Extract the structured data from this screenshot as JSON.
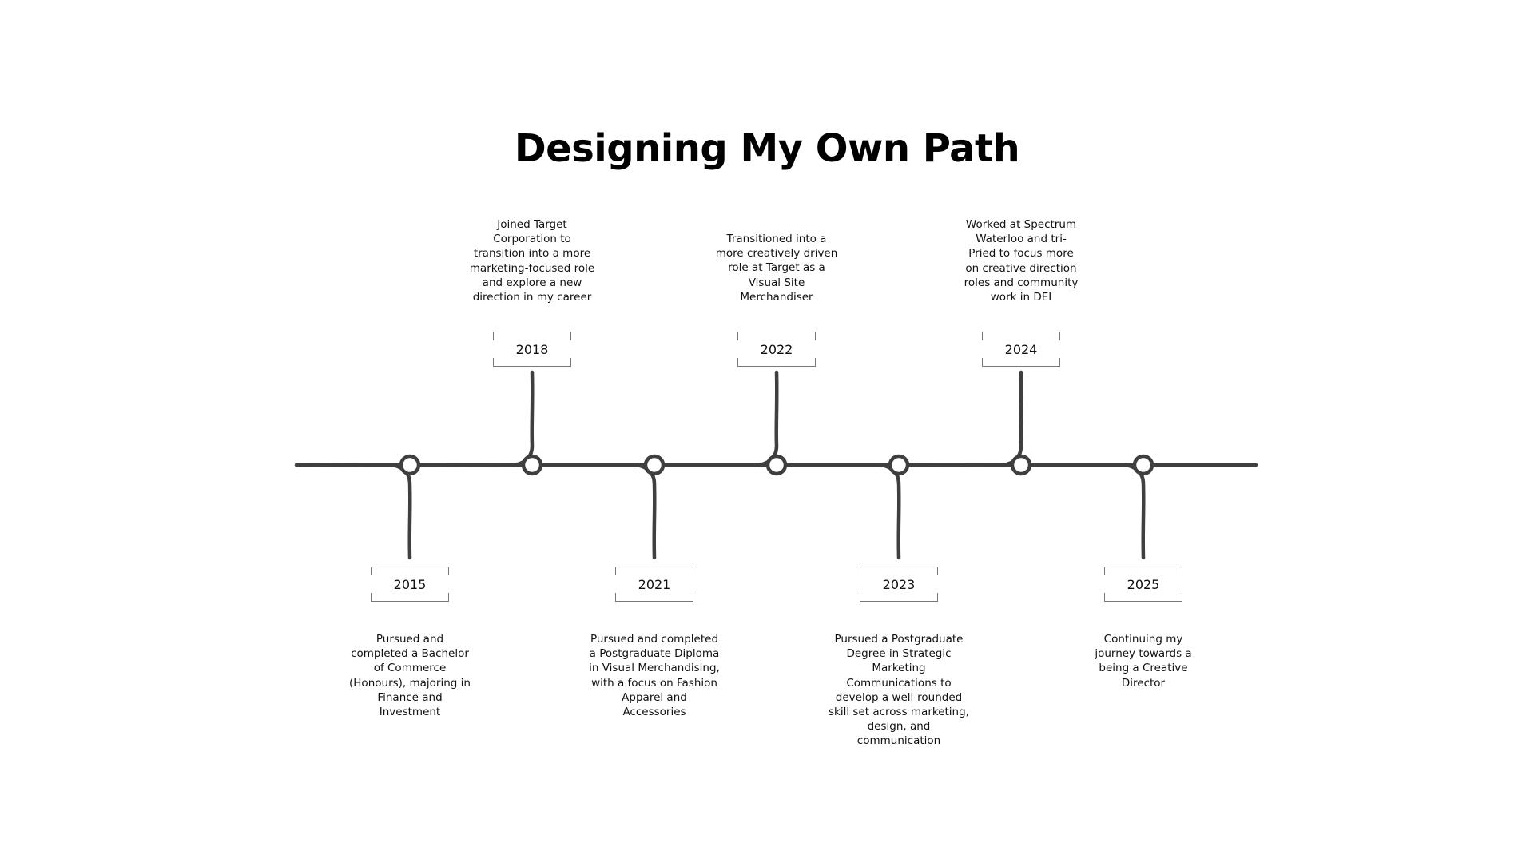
{
  "title": "Designing My Own Path",
  "colors": {
    "line": "#3f3f3f",
    "box_border": "#777777",
    "text": "#111111",
    "background": "#ffffff"
  },
  "milestones": [
    {
      "year": "2015",
      "position": "below",
      "description": "Pursued and\ncompleted a Bachelor\nof Commerce\n(Honours), majoring in\nFinance and\nInvestment"
    },
    {
      "year": "2018",
      "position": "above",
      "description": "Joined Target\nCorporation to\ntransition into a more\nmarketing-focused role\nand explore a new\ndirection in my career"
    },
    {
      "year": "2021",
      "position": "below",
      "description": "Pursued and completed\na Postgraduate Diploma\nin Visual Merchandising,\nwith a focus on Fashion\nApparel and\nAccessories"
    },
    {
      "year": "2022",
      "position": "above",
      "description": "Transitioned into a\nmore creatively driven\nrole at Target as a\nVisual Site\nMerchandiser"
    },
    {
      "year": "2023",
      "position": "below",
      "description": "Pursued a Postgraduate\nDegree in Strategic\nMarketing\nCommunications to\ndevelop a well-rounded\nskill set across marketing,\ndesign, and\ncommunication"
    },
    {
      "year": "2024",
      "position": "above",
      "description": "Worked at Spectrum\nWaterloo and tri-\nPried to focus more\non creative direction\nroles and community\nwork in DEI"
    },
    {
      "year": "2025",
      "position": "below",
      "description": "Continuing my\njourney towards a\nbeing a Creative\nDirector"
    }
  ]
}
